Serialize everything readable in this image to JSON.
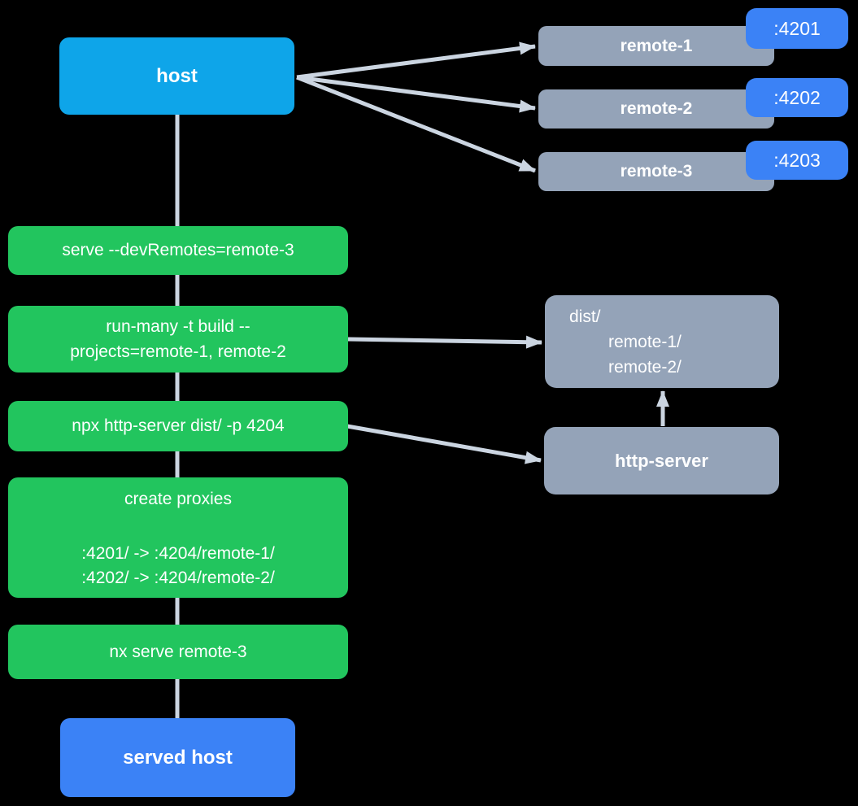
{
  "colors": {
    "background": "#000000",
    "host_blue": "#0ea5e9",
    "port_blue": "#3b82f6",
    "step_green": "#22c55e",
    "node_gray": "#94a3b8",
    "connector_gray": "#cbd5e1",
    "text_white": "#ffffff"
  },
  "host": {
    "label": "host"
  },
  "remotes": [
    {
      "label": "remote-1",
      "port": ":4201"
    },
    {
      "label": "remote-2",
      "port": ":4202"
    },
    {
      "label": "remote-3",
      "port": ":4203"
    }
  ],
  "steps": {
    "serve": "serve --devRemotes=remote-3",
    "run_many_line1": "run-many -t build --",
    "run_many_line2": "projects=remote-1, remote-2",
    "http_server_cmd": "npx http-server dist/ -p 4204",
    "proxies_title": "create proxies",
    "proxy_line1": ":4201/ -> :4204/remote-1/",
    "proxy_line2": ":4202/ -> :4204/remote-2/",
    "nx_serve": "nx serve remote-3"
  },
  "dist": {
    "line1": "dist/",
    "line2": "remote-1/",
    "line3": "remote-2/"
  },
  "http_server": {
    "label": "http-server"
  },
  "served_host": {
    "label": "served host"
  }
}
